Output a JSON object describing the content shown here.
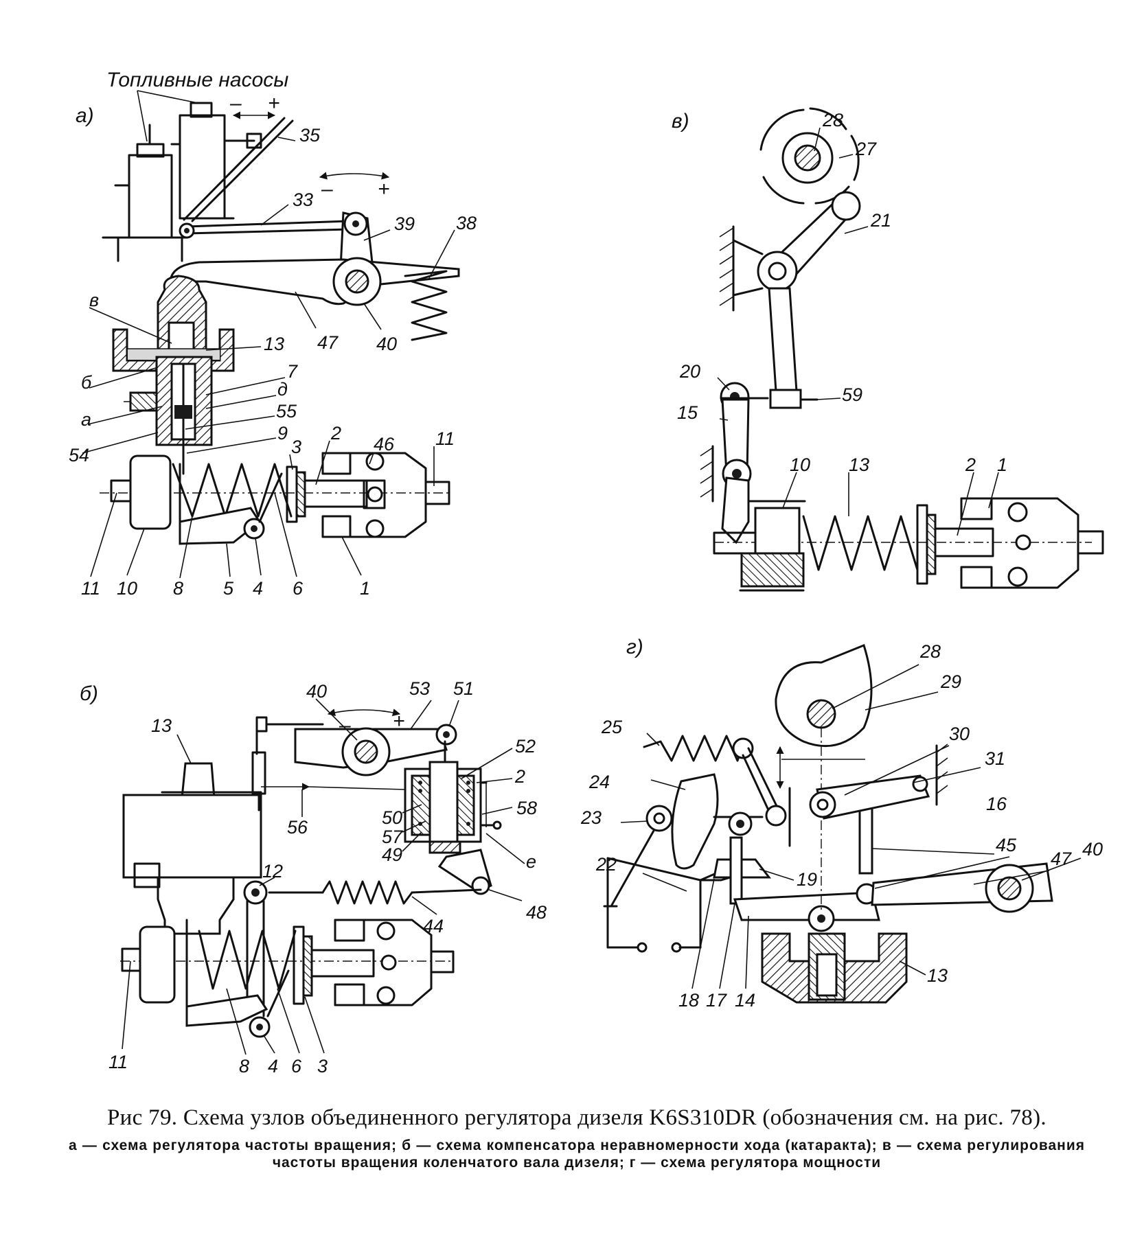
{
  "panels": {
    "a": {
      "letter": "а)",
      "title": "Топливные насосы",
      "signs": {
        "minus": "–",
        "plus": "+"
      },
      "labels": [
        "35",
        "33",
        "39",
        "38",
        "47",
        "40",
        "в",
        "13",
        "б",
        "7",
        "д",
        "а",
        "55",
        "54",
        "9",
        "3",
        "2",
        "46",
        "11",
        "11",
        "10",
        "8",
        "5",
        "4",
        "6",
        "1"
      ]
    },
    "b": {
      "letter": "б)",
      "signs": {
        "minus": "–",
        "plus": "+"
      },
      "labels": [
        "40",
        "53",
        "51",
        "52",
        "13",
        "2",
        "56",
        "50",
        "57",
        "58",
        "49",
        "е",
        "12",
        "48",
        "44",
        "11",
        "8",
        "4",
        "6",
        "3"
      ]
    },
    "v": {
      "letter": "в)",
      "labels": [
        "28",
        "27",
        "21",
        "20",
        "59",
        "15",
        "10",
        "13",
        "2",
        "1"
      ]
    },
    "g": {
      "letter": "г)",
      "labels": [
        "28",
        "29",
        "25",
        "30",
        "31",
        "24",
        "23",
        "16",
        "45",
        "47",
        "40",
        "22",
        "19",
        "18",
        "17",
        "14",
        "13"
      ]
    }
  },
  "caption": {
    "title": "Рис 79. Схема узлов объединенного регулятора дизеля K6S310DR (обозначения см. на рис. 78).",
    "legend": "а — схема регулятора частоты вращения; б — схема компенсатора неравномерности хода (катаракта); в — схема регулирования частоты вращения коленчатого вала дизеля; г — схема регулятора мощности"
  }
}
